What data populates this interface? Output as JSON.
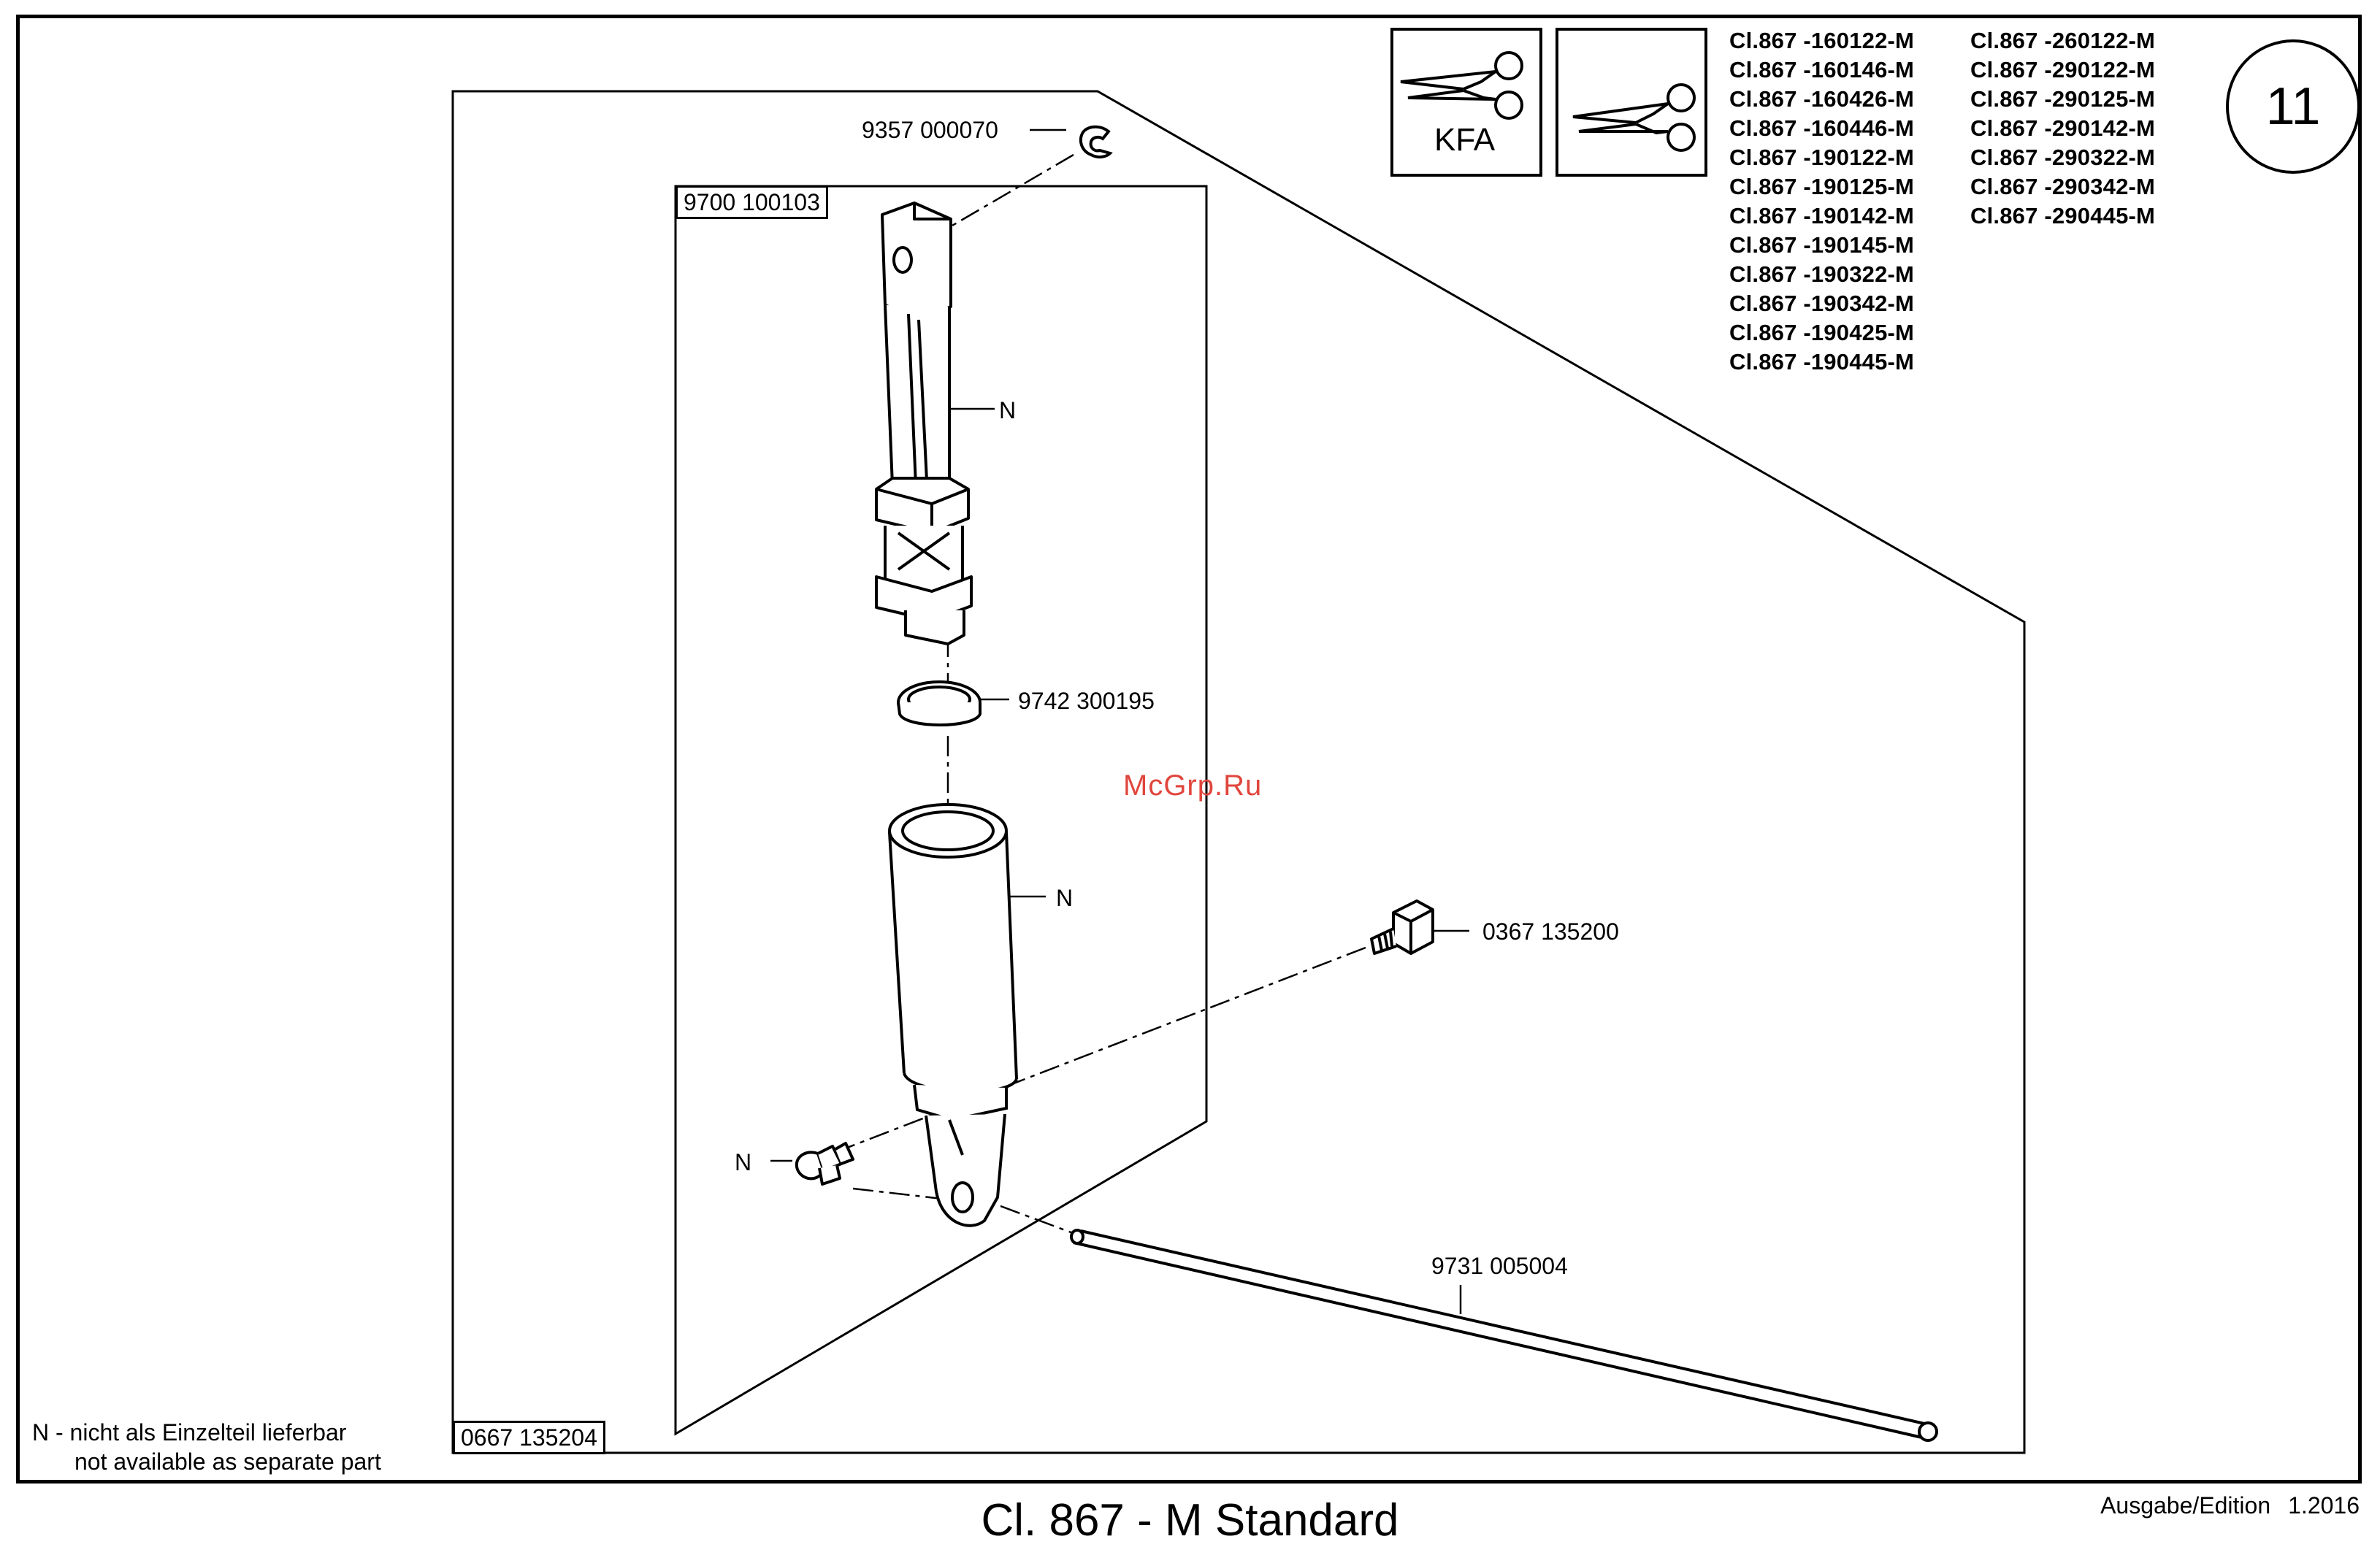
{
  "page_number": "11",
  "kfa_label": "KFA",
  "models_col1": [
    "Cl.867 -160122-M",
    "Cl.867 -160146-M",
    "Cl.867 -160426-M",
    "Cl.867 -160446-M",
    "Cl.867 -190122-M",
    "Cl.867 -190125-M",
    "Cl.867 -190142-M",
    "Cl.867 -190145-M",
    "Cl.867 -190322-M",
    "Cl.867 -190342-M",
    "Cl.867 -190425-M",
    "Cl.867 -190445-M"
  ],
  "models_col2": [
    "Cl.867 -260122-M",
    "Cl.867 -290122-M",
    "Cl.867 -290125-M",
    "Cl.867 -290142-M",
    "Cl.867 -290322-M",
    "Cl.867 -290342-M",
    "Cl.867 -290445-M"
  ],
  "parts": {
    "circlip": "9357 000070",
    "assembly_inner": "9700 100103",
    "seal_ring": "9742 300195",
    "screw": "0367 135200",
    "hose": "9731 005004",
    "assembly_outer": "0667 135204"
  },
  "not_available_marker": "N",
  "legend": {
    "line1": "N - nicht als Einzelteil lieferbar",
    "line2": "not available as separate part"
  },
  "footer": {
    "title": "Cl. 867 - M Standard",
    "edition_label": "Ausgabe/Edition",
    "edition_value": "1.2016"
  },
  "watermark": "McGrp.Ru"
}
